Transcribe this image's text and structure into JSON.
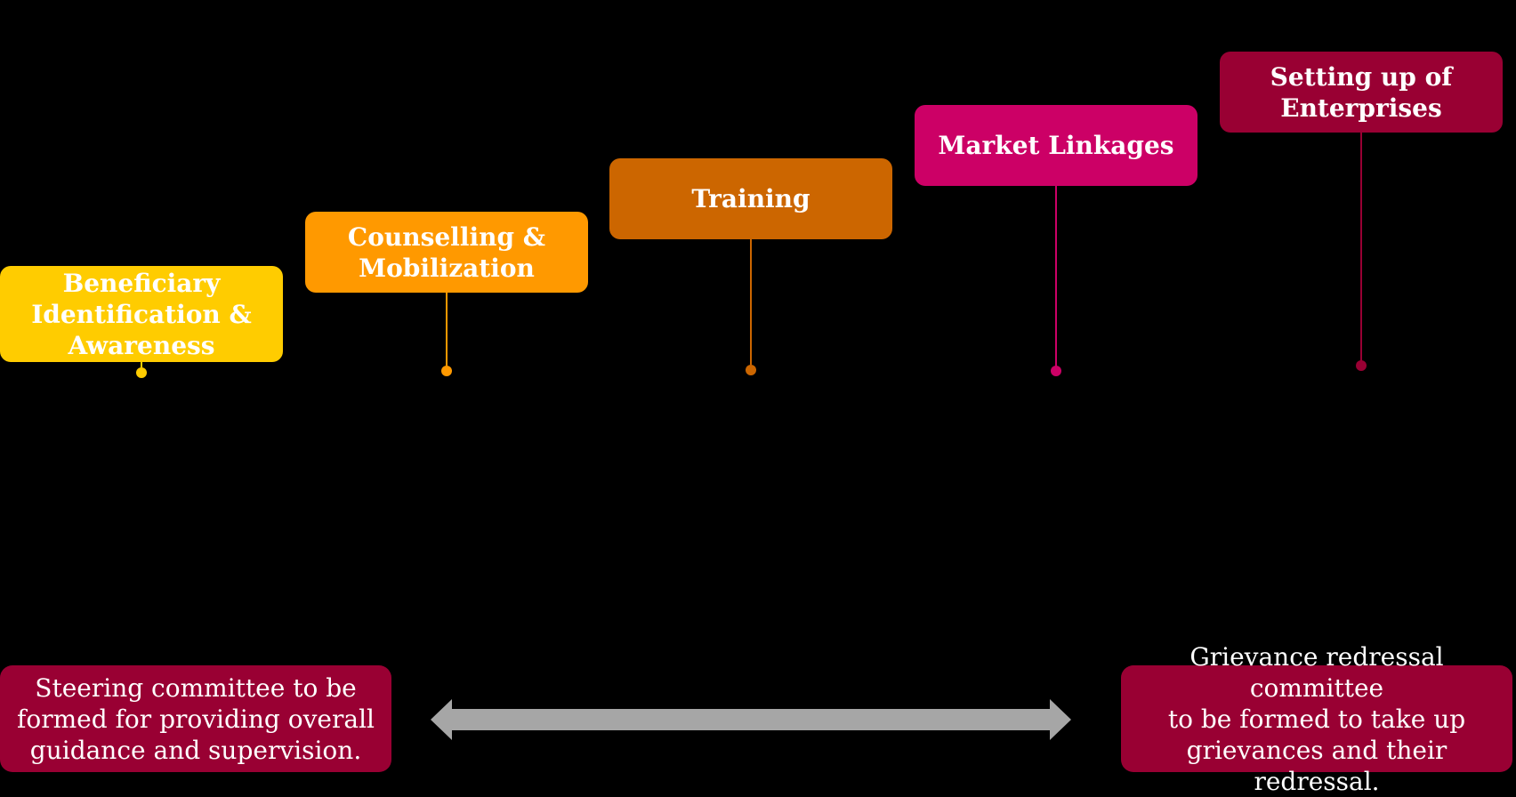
{
  "steps": [
    {
      "label": "Beneficiary\nIdentification &\nAwareness",
      "color": "#FFCC00"
    },
    {
      "label": "Counselling &\nMobilization",
      "color": "#FF9900"
    },
    {
      "label": "Training",
      "color": "#CC6600"
    },
    {
      "label": "Market Linkages",
      "color": "#CC0066"
    },
    {
      "label": "Setting up of\nEnterprises",
      "color": "#990033"
    }
  ],
  "committees": {
    "left": {
      "text": "Steering committee to be\nformed for providing overall\nguidance and supervision.",
      "color": "#990033"
    },
    "right": {
      "text": "Grievance redressal committee\nto be formed to take up\ngrievances and their redressal.",
      "color": "#990033"
    }
  },
  "arrow": {
    "color": "#A6A6A6",
    "direction": "bidirectional"
  }
}
